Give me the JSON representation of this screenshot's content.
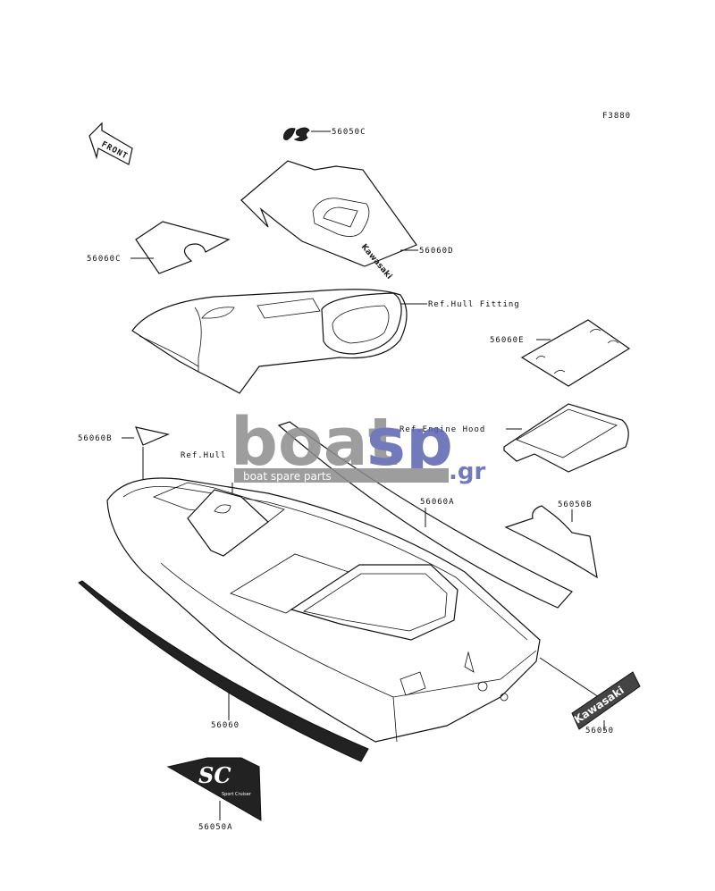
{
  "figure_code": "F3880",
  "front_arrow": "FRONT",
  "labels": {
    "p56050C": "56050C",
    "p56060C": "56060C",
    "p56060D": "56060D",
    "ref_hull_fitting": "Ref.Hull Fitting",
    "p56060E": "56060E",
    "ref_engine_hood": "Ref.Engine Hood",
    "p56060B": "56060B",
    "ref_hull": "Ref.Hull",
    "p56060A": "56060A",
    "p56050B": "56050B",
    "p56060": "56060",
    "p56050": "56050",
    "p56050A": "56050A"
  },
  "decals": {
    "kawasaki": "Kawasaki",
    "ds": "DS",
    "sc": "SC",
    "sc_sub": "Sport Cruiser"
  },
  "watermark": {
    "brand_left": "boat",
    "brand_right": "sp",
    "suffix": ".gr",
    "tagline": "boat spare parts",
    "color_gray": "#8c8c8c",
    "color_blue": "#5b63b0"
  }
}
